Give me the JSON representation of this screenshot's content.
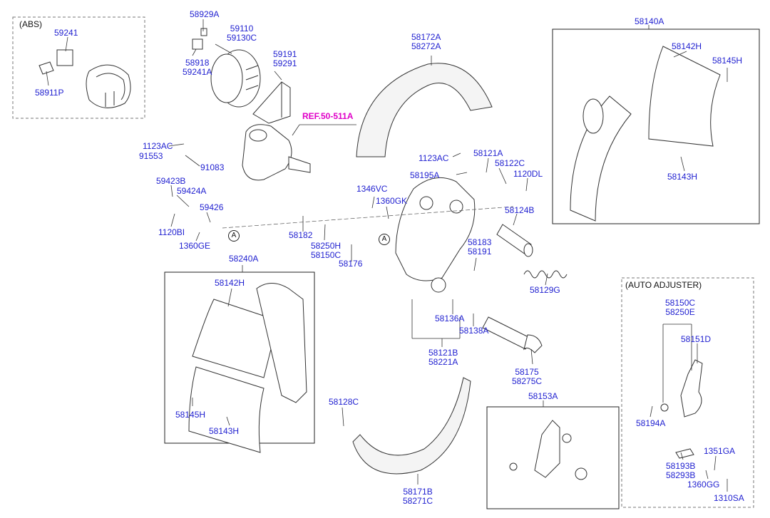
{
  "sections": {
    "abs": "(ABS)",
    "auto_adjuster": "(AUTO ADJUSTER)"
  },
  "reference": "REF.50-511A",
  "circle_marker": "A",
  "parts": {
    "p59241": "59241",
    "p58911P": "58911P",
    "p58929A": "58929A",
    "p59110": [
      "59110",
      "59130C"
    ],
    "p58918": [
      "58918",
      "59241A"
    ],
    "p59191": [
      "59191",
      "59291"
    ],
    "p58172A": [
      "58172A",
      "58272A"
    ],
    "p58140A": "58140A",
    "p58142H_top": "58142H",
    "p58145H_top": "58145H",
    "p58143H_top": "58143H",
    "p1123AC_left": "1123AC",
    "p91553": "91553",
    "p91083": "91083",
    "p59423B": "59423B",
    "p59424A": "59424A",
    "p59426": "59426",
    "p1120BI": "1120BI",
    "p1360GE": "1360GE",
    "p1123AC_mid": "1123AC",
    "p58121A": "58121A",
    "p58122C": "58122C",
    "p58195A": "58195A",
    "p1120DL": "1120DL",
    "p1346VC": "1346VC",
    "p1360GK": "1360GK",
    "p58124B": "58124B",
    "p58182": "58182",
    "p58250H": [
      "58250H",
      "58150C"
    ],
    "p58176": "58176",
    "p58183": [
      "58183",
      "58191"
    ],
    "p58129G": "58129G",
    "p58240A": "58240A",
    "p58142H_box": "58142H",
    "p58145H_box": "58145H",
    "p58143H_box": "58143H",
    "p58136A": "58136A",
    "p58138A": "58138A",
    "p58121B": [
      "58121B",
      "58221A"
    ],
    "p58175": [
      "58175",
      "58275C"
    ],
    "p58128C": "58128C",
    "p58171B": [
      "58171B",
      "58271C"
    ],
    "p58153A": "58153A",
    "p58150C_auto": [
      "58150C",
      "58250E"
    ],
    "p58151D": "58151D",
    "p58194A": "58194A",
    "p1351GA": "1351GA",
    "p58193B": [
      "58193B",
      "58293B"
    ],
    "p1360GG": "1360GG",
    "p1310SA": "1310SA"
  }
}
